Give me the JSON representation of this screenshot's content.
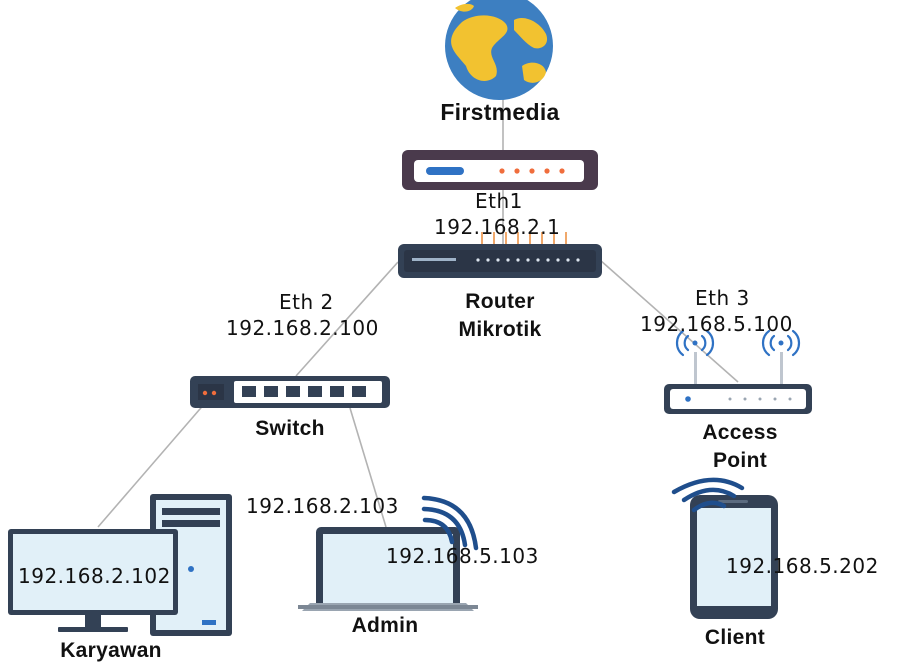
{
  "nodes": {
    "internet": {
      "name": "Firstmedia",
      "icon": "globe-icon"
    },
    "modem": {
      "icon": "modem-icon"
    },
    "router": {
      "name_line1": "Router",
      "name_line2": "Mikrotik",
      "icon": "router-icon"
    },
    "switch": {
      "name": "Switch",
      "icon": "switch-icon"
    },
    "access_point": {
      "name_line1": "Access",
      "name_line2": "Point",
      "icon": "access-point-icon"
    },
    "karyawan": {
      "name": "Karyawan",
      "ip": "192.168.2.102",
      "icon": "desktop-pc-icon"
    },
    "admin": {
      "name": "Admin",
      "ip_lan": "192.168.2.103",
      "ip_wifi": "192.168.5.103",
      "icon": "laptop-icon"
    },
    "client": {
      "name": "Client",
      "ip": "192.168.5.202",
      "icon": "smartphone-icon"
    }
  },
  "interfaces": {
    "eth1": {
      "name": "Eth1",
      "ip": "192.168.2.1"
    },
    "eth2": {
      "name": "Eth 2",
      "ip": "192.168.2.100"
    },
    "eth3": {
      "name": "Eth 3",
      "ip": "192.168.5.100"
    }
  },
  "colors": {
    "ocean": "#3d7fc1",
    "land": "#f2c230",
    "wifi": "#1f4e8c",
    "device_dark": "#334155",
    "screen": "#e1f0f8",
    "link": "#b3b3b3"
  }
}
